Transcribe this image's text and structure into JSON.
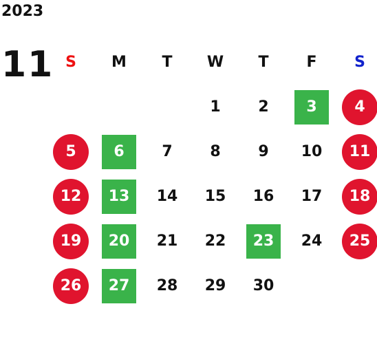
{
  "calendar": {
    "year": "2023",
    "month": "11",
    "weekdays": [
      "S",
      "M",
      "T",
      "W",
      "T",
      "F",
      "S"
    ],
    "weekday_colors": [
      "#ee1111",
      "#111111",
      "#111111",
      "#111111",
      "#111111",
      "#111111",
      "#1122cc"
    ],
    "first_weekday_index": 3,
    "days_in_month": 30,
    "holidays": [
      4,
      5,
      11,
      12,
      18,
      19,
      25,
      26
    ],
    "events": [
      3,
      6,
      13,
      20,
      23,
      27
    ],
    "colors": {
      "holiday": "#e0142e",
      "event": "#3ab34a",
      "text": "#111111"
    }
  }
}
